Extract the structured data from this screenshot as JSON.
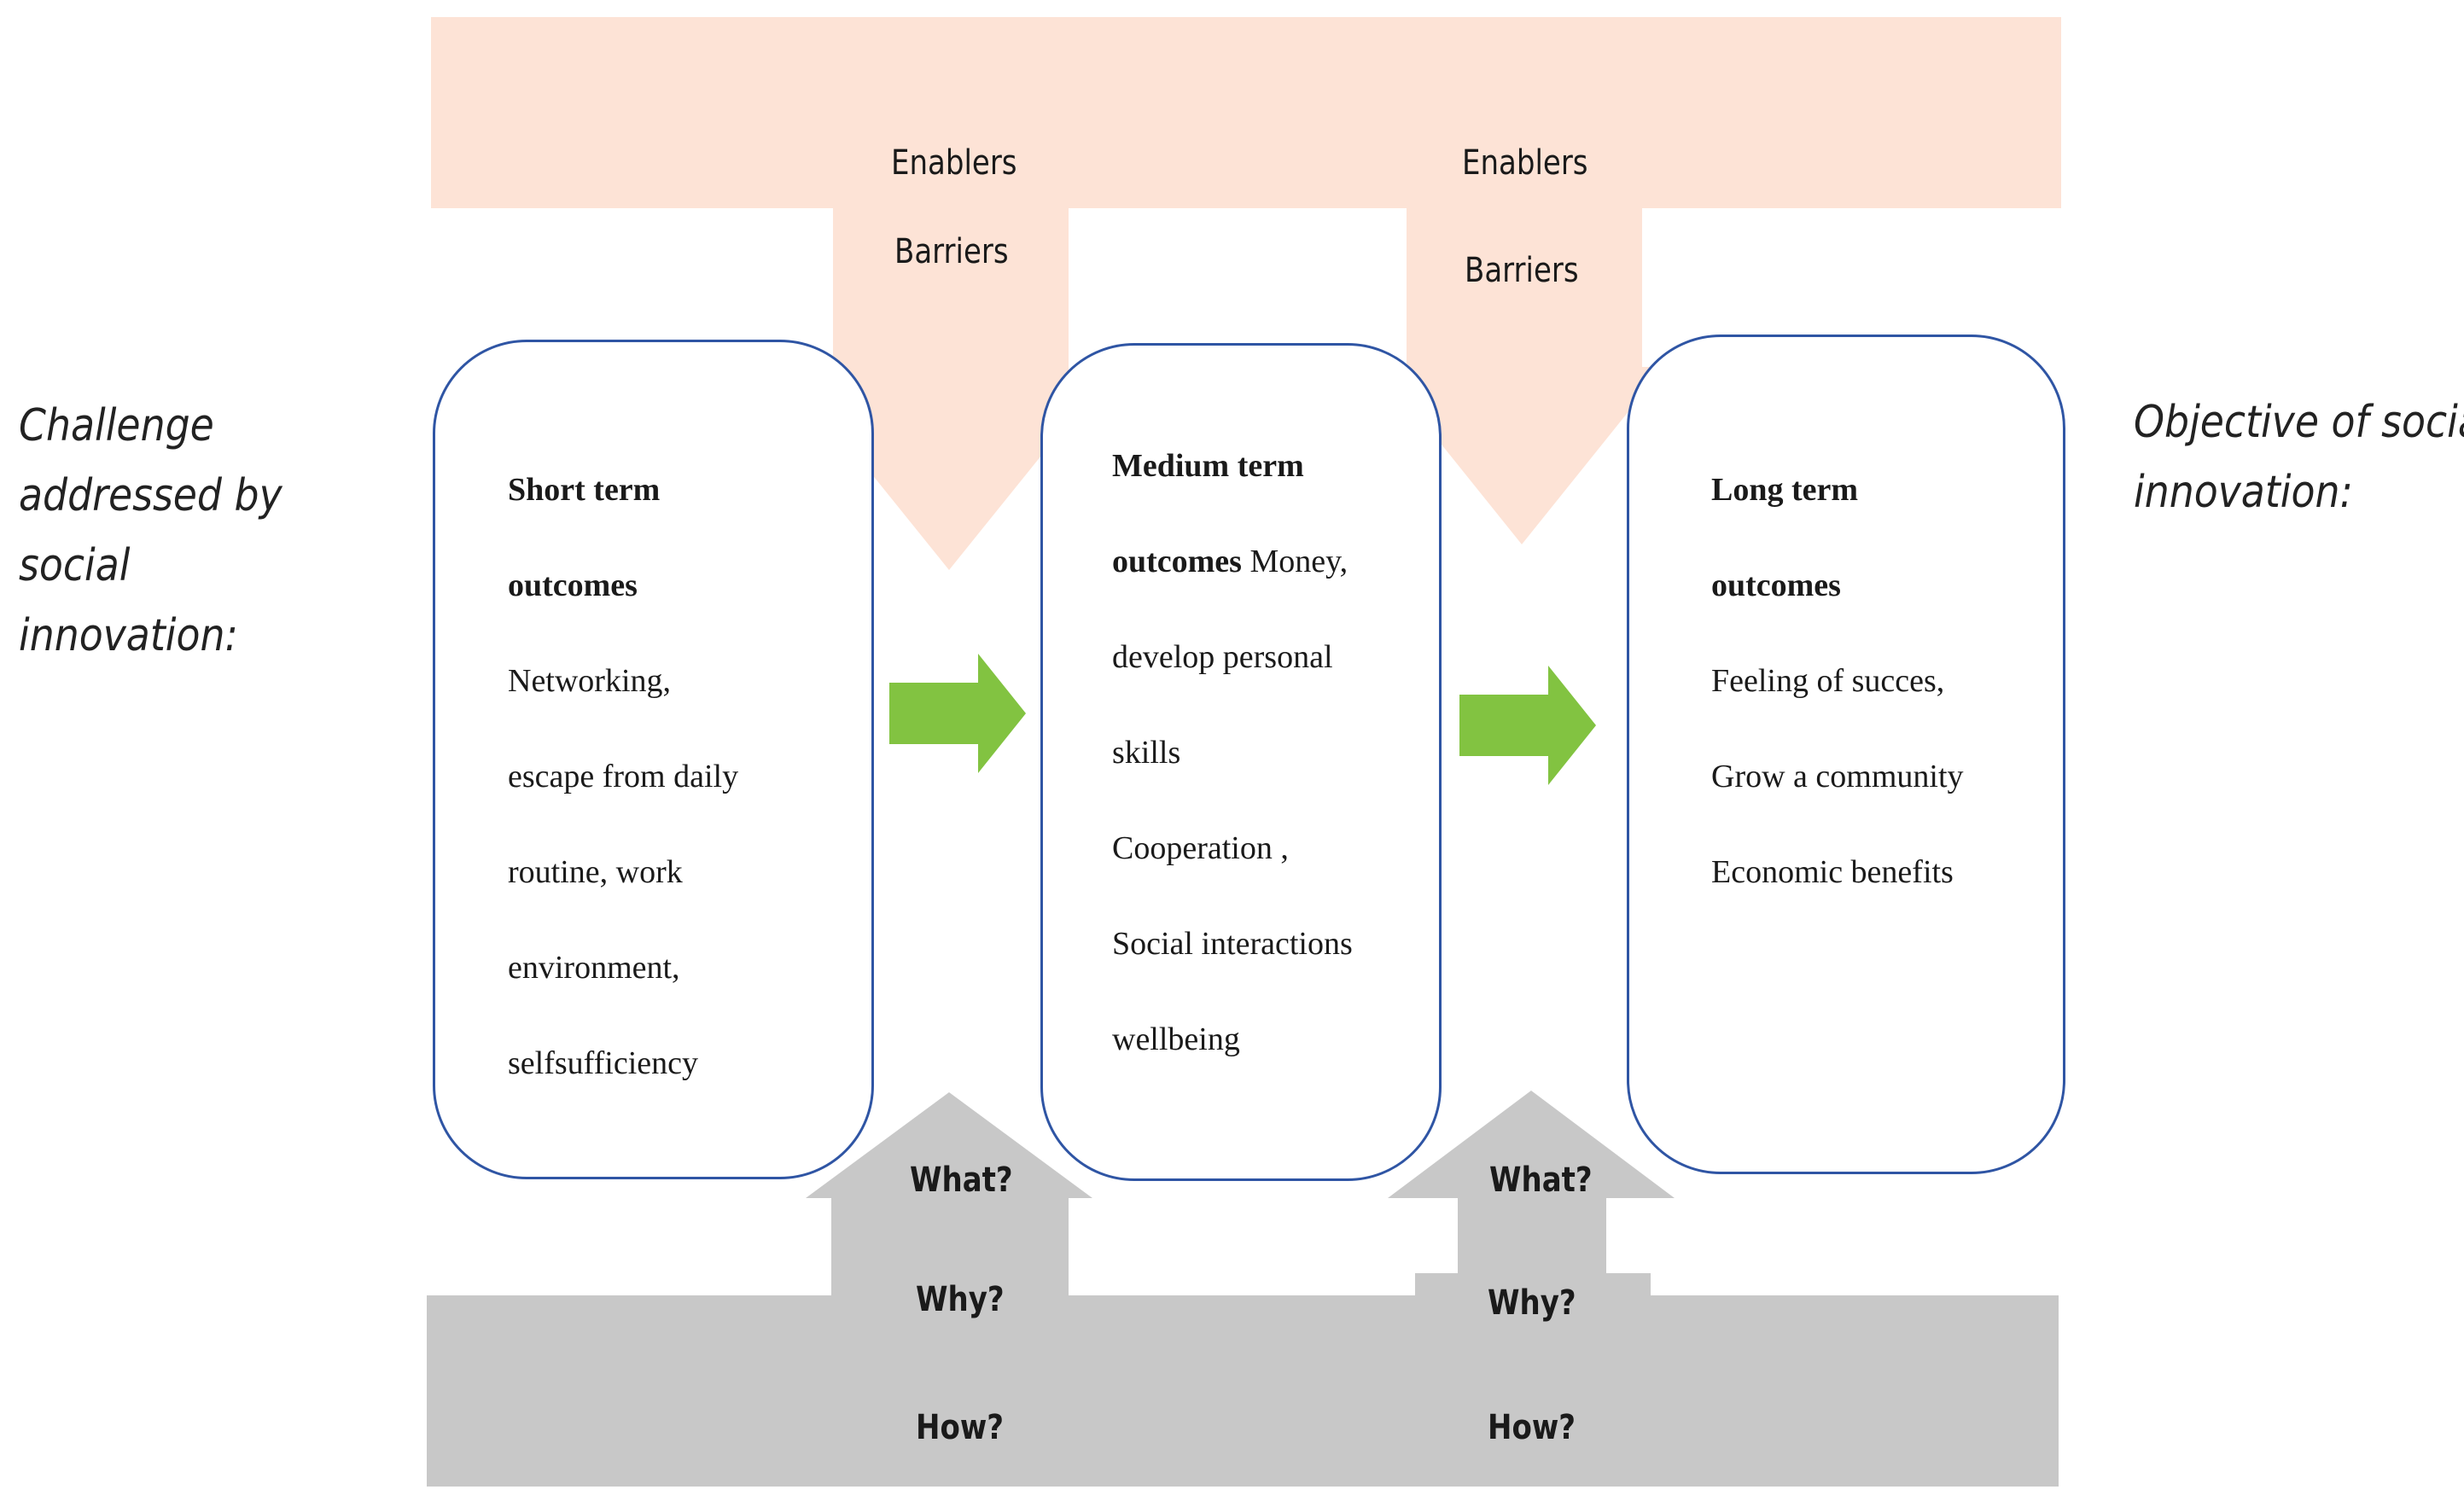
{
  "diagram": {
    "challenge_label": [
      "Challenge",
      "addressed by",
      "social",
      "innovation:"
    ],
    "objective_label": [
      "Objective of social",
      "innovation:"
    ],
    "enablers_left": "Enablers",
    "barriers_left": "Barriers",
    "enablers_right": "Enablers",
    "barriers_right": "Barriers",
    "boxes": [
      {
        "title_line1": "Short term",
        "title_line2": "outcomes",
        "title_line2_suffix": "",
        "items": [
          "Networking,",
          "escape from daily",
          "routine, work",
          "environment,",
          "selfsufficiency"
        ]
      },
      {
        "title_line1": "Medium term",
        "title_line2": "outcomes",
        "title_line2_suffix": " Money,",
        "items": [
          "develop personal",
          "skills",
          "Cooperation ,",
          "Social interactions",
          "wellbeing"
        ]
      },
      {
        "title_line1": "Long term",
        "title_line2": "outcomes",
        "title_line2_suffix": "",
        "items": [
          "Feeling of succes,",
          "Grow a community",
          "Economic benefits"
        ]
      }
    ],
    "questions_left": [
      "What?",
      "Why?",
      "How?"
    ],
    "questions_right": [
      "What?",
      "Why?",
      "How?"
    ],
    "colors": {
      "top_band": "#fde3d6",
      "bottom_band": "#c8c8c8",
      "box_border": "#2f55a4",
      "flow_arrow": "#82c341"
    }
  }
}
